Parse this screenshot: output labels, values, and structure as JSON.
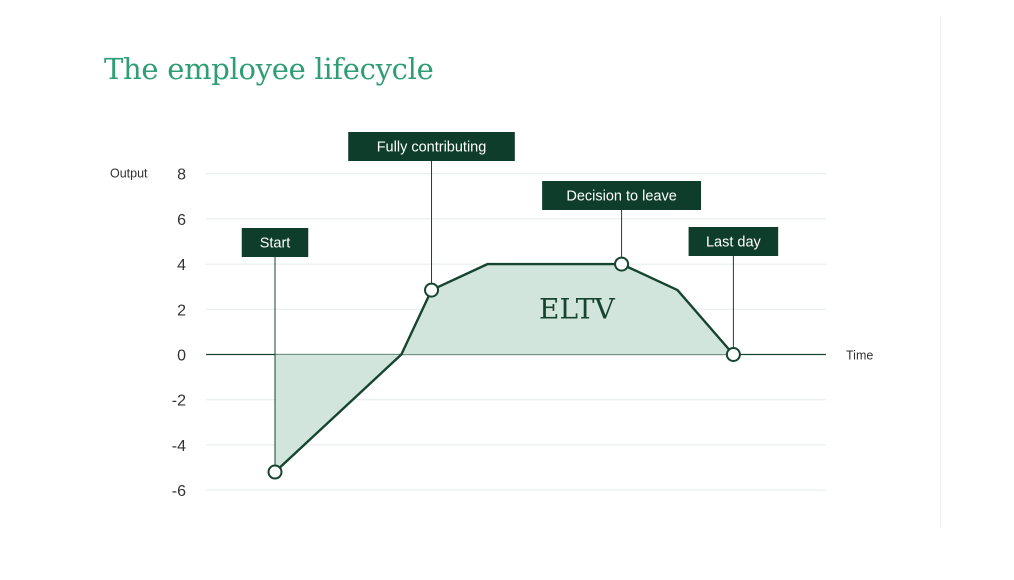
{
  "title": "The employee lifecycle",
  "colors": {
    "title": "#2f9e74",
    "line": "#16452f",
    "area": "#d2e5dc",
    "label_bg": "#0f3d2c",
    "label_text": "#ffffff",
    "grid": "#e3ece8",
    "tick_text": "#333333"
  },
  "chart_data": {
    "type": "area",
    "title": "The employee lifecycle",
    "ylabel": "Output",
    "xlabel": "Time",
    "ylim": [
      -6,
      8
    ],
    "yticks": [
      8,
      6,
      4,
      2,
      0,
      -2,
      -4,
      -6
    ],
    "grid": true,
    "area_label": "ELTV",
    "points": [
      {
        "x": 0,
        "y": -5.2
      },
      {
        "x": 1.13,
        "y": 0
      },
      {
        "x": 1.4,
        "y": 2.85
      },
      {
        "x": 1.9,
        "y": 4
      },
      {
        "x": 3.1,
        "y": 4
      },
      {
        "x": 3.6,
        "y": 2.85
      },
      {
        "x": 4.1,
        "y": 0
      }
    ],
    "milestones": [
      {
        "label": "Start",
        "x": 0,
        "y": -5.2
      },
      {
        "label": "Fully contributing",
        "x": 1.4,
        "y": 2.85
      },
      {
        "label": "Decision to leave",
        "x": 3.1,
        "y": 4
      },
      {
        "label": "Last day",
        "x": 4.1,
        "y": 0
      }
    ]
  }
}
